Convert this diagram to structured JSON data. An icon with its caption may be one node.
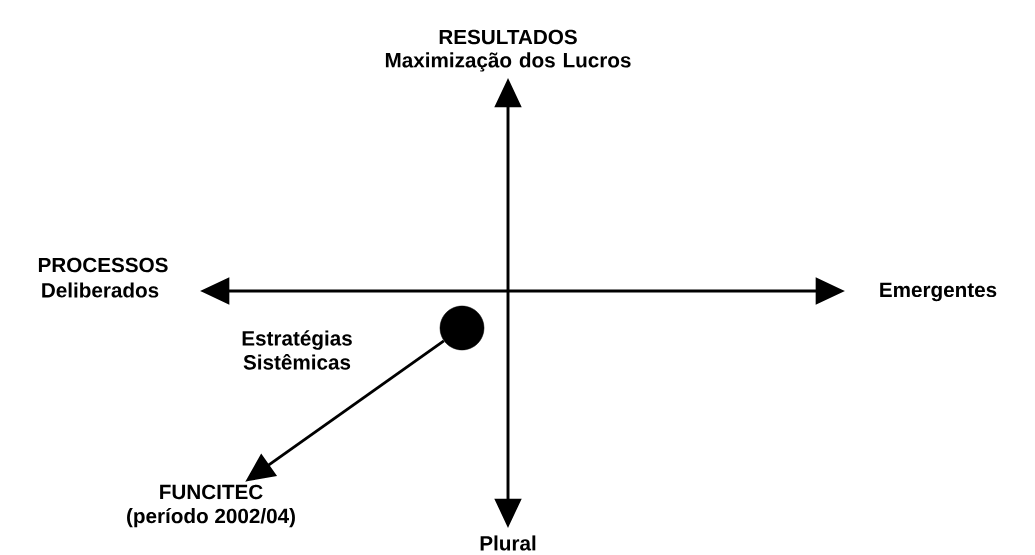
{
  "diagram": {
    "nodes": [
      {
        "text": [],
        "shape": "circle"
      },
      {
        "text": [
          "FUNCITEC",
          "(período 2002/04)"
        ]
      }
    ],
    "edges": [
      {
        "from": 0,
        "to": 1,
        "arrow": "to"
      }
    ],
    "labels": [
      "RESULTADOS",
      "Maximização dos Lucros",
      "PROCESSOS",
      "Deliberados",
      "Emergentes",
      "Estratégias Sistêmicas",
      "Plural"
    ]
  }
}
